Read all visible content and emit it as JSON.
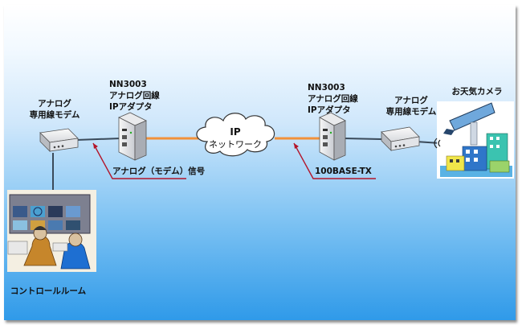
{
  "labels": {
    "modem_left": [
      "アナログ",
      "専用線モデム"
    ],
    "adapter_left": [
      "NN3003",
      "アナログ回線",
      "IPアダプタ"
    ],
    "adapter_right": [
      "NN3003",
      "アナログ回線",
      "IPアダプタ"
    ],
    "modem_right": [
      "アナログ",
      "専用線モデム"
    ],
    "camera": "お天気カメラ",
    "cloud": [
      "IP",
      "ネットワーク"
    ],
    "signal_left": "アナログ（モデム）信号",
    "signal_right": "100BASE-TX",
    "control_room": "コントロールルーム"
  },
  "colors": {
    "ethernet_line": "#f2913a",
    "analog_line": "#3a4a5a",
    "callout_line": "#b3152a"
  }
}
